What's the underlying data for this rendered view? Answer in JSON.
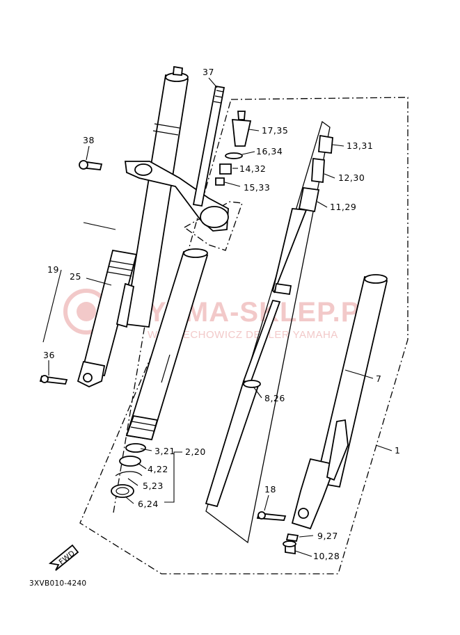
{
  "diagram": {
    "catalog_code": "3XVB010-4240",
    "watermark": {
      "brand": "YAMA-SKLEP.PL",
      "tagline": "WOJCIECHOWICZ DEALER YAMAHA"
    },
    "fwd_label": "FWD",
    "callouts": [
      {
        "id": "c37",
        "text": "37"
      },
      {
        "id": "c38",
        "text": "38"
      },
      {
        "id": "c17",
        "text": "17,35"
      },
      {
        "id": "c16",
        "text": "16,34"
      },
      {
        "id": "c14",
        "text": "14,32"
      },
      {
        "id": "c15",
        "text": "15,33"
      },
      {
        "id": "c13",
        "text": "13,31"
      },
      {
        "id": "c12",
        "text": "12,30"
      },
      {
        "id": "c11",
        "text": "11,29"
      },
      {
        "id": "c19",
        "text": "19"
      },
      {
        "id": "c25",
        "text": "25"
      },
      {
        "id": "c36",
        "text": "36"
      },
      {
        "id": "c7",
        "text": "7"
      },
      {
        "id": "c8",
        "text": "8,26"
      },
      {
        "id": "c3",
        "text": "3,21"
      },
      {
        "id": "c2",
        "text": "2,20"
      },
      {
        "id": "c4",
        "text": "4,22"
      },
      {
        "id": "c5",
        "text": "5,23"
      },
      {
        "id": "c6",
        "text": "6,24"
      },
      {
        "id": "c1",
        "text": "1"
      },
      {
        "id": "c18",
        "text": "18"
      },
      {
        "id": "c9",
        "text": "9,27"
      },
      {
        "id": "c10",
        "text": "10,28"
      }
    ]
  }
}
